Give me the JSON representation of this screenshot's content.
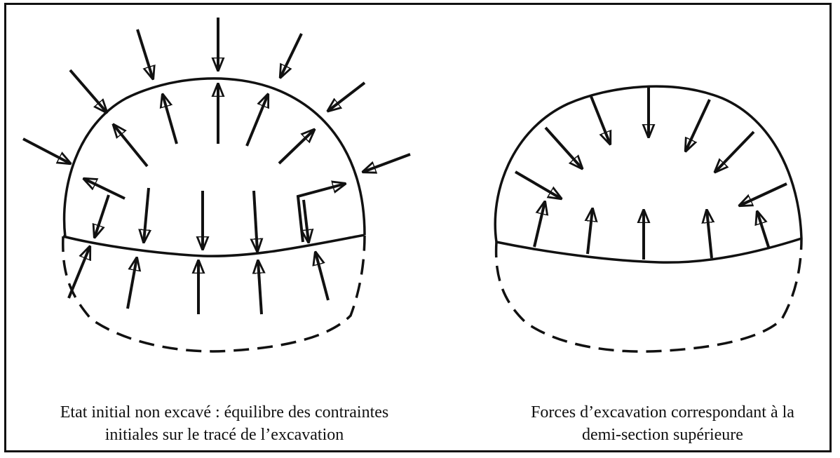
{
  "figure": {
    "left_caption": {
      "line1": "Etat initial non excavé : équilibre des contraintes",
      "line2": "initiales sur le tracé de l’excavation"
    },
    "right_caption": {
      "line1": "Forces d’excavation correspondant à la",
      "line2": "demi-section supérieure"
    }
  },
  "colors": {
    "stroke": "#111111",
    "background": "#ffffff"
  }
}
